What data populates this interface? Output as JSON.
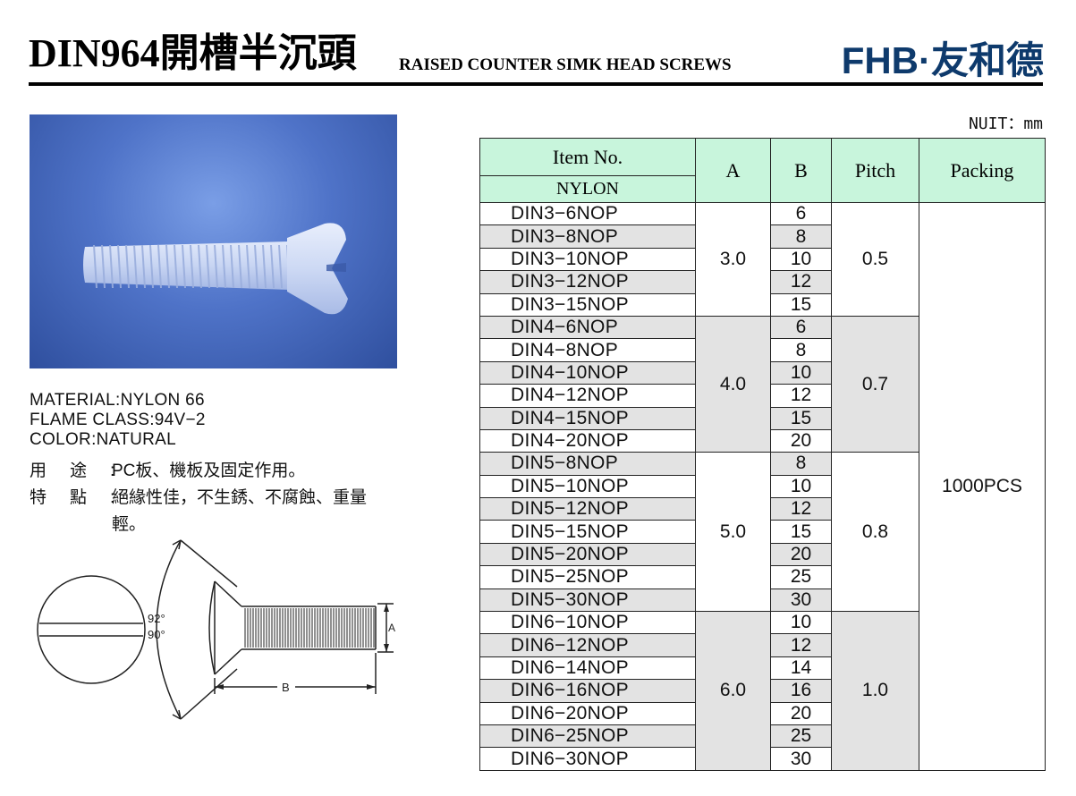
{
  "header": {
    "title": "DIN964開槽半沉頭",
    "subtitle": "RAISED COUNTER SIMK HEAD SCREWS",
    "brand": "FHB·友和德"
  },
  "specs": {
    "material": "MATERIAL:NYLON 66",
    "flame": "FLAME CLASS:94V−2",
    "color": "COLOR:NATURAL"
  },
  "usage": {
    "use_label": "用途:",
    "use_value": "PC板、機板及固定作用。",
    "feature_label": "特點:",
    "feature_value": "絕緣性佳，不生銹、不腐蝕、重量輕。"
  },
  "diagram": {
    "angle_top": "92°",
    "angle_bottom": "90°",
    "label_a": "A",
    "label_b": "B"
  },
  "unit": "NUIT：mm",
  "table": {
    "headers": {
      "item": "Item No.",
      "material": "NYLON",
      "a": "A",
      "b": "B",
      "pitch": "Pitch",
      "packing": "Packing"
    },
    "packing": "1000PCS",
    "groups": [
      {
        "a": "3.0",
        "pitch": "0.5",
        "rows": [
          {
            "item": "DIN3−6NOP",
            "b": "6"
          },
          {
            "item": "DIN3−8NOP",
            "b": "8"
          },
          {
            "item": "DIN3−10NOP",
            "b": "10"
          },
          {
            "item": "DIN3−12NOP",
            "b": "12"
          },
          {
            "item": "DIN3−15NOP",
            "b": "15"
          }
        ]
      },
      {
        "a": "4.0",
        "pitch": "0.7",
        "rows": [
          {
            "item": "DIN4−6NOP",
            "b": "6"
          },
          {
            "item": "DIN4−8NOP",
            "b": "8"
          },
          {
            "item": "DIN4−10NOP",
            "b": "10"
          },
          {
            "item": "DIN4−12NOP",
            "b": "12"
          },
          {
            "item": "DIN4−15NOP",
            "b": "15"
          },
          {
            "item": "DIN4−20NOP",
            "b": "20"
          }
        ]
      },
      {
        "a": "5.0",
        "pitch": "0.8",
        "rows": [
          {
            "item": "DIN5−8NOP",
            "b": "8"
          },
          {
            "item": "DIN5−10NOP",
            "b": "10"
          },
          {
            "item": "DIN5−12NOP",
            "b": "12"
          },
          {
            "item": "DIN5−15NOP",
            "b": "15"
          },
          {
            "item": "DIN5−20NOP",
            "b": "20"
          },
          {
            "item": "DIN5−25NOP",
            "b": "25"
          },
          {
            "item": "DIN5−30NOP",
            "b": "30"
          }
        ]
      },
      {
        "a": "6.0",
        "pitch": "1.0",
        "rows": [
          {
            "item": "DIN6−10NOP",
            "b": "10"
          },
          {
            "item": "DIN6−12NOP",
            "b": "12"
          },
          {
            "item": "DIN6−14NOP",
            "b": "14"
          },
          {
            "item": "DIN6−16NOP",
            "b": "16"
          },
          {
            "item": "DIN6−20NOP",
            "b": "20"
          },
          {
            "item": "DIN6−25NOP",
            "b": "25"
          },
          {
            "item": "DIN6−30NOP",
            "b": "30"
          }
        ]
      }
    ]
  }
}
